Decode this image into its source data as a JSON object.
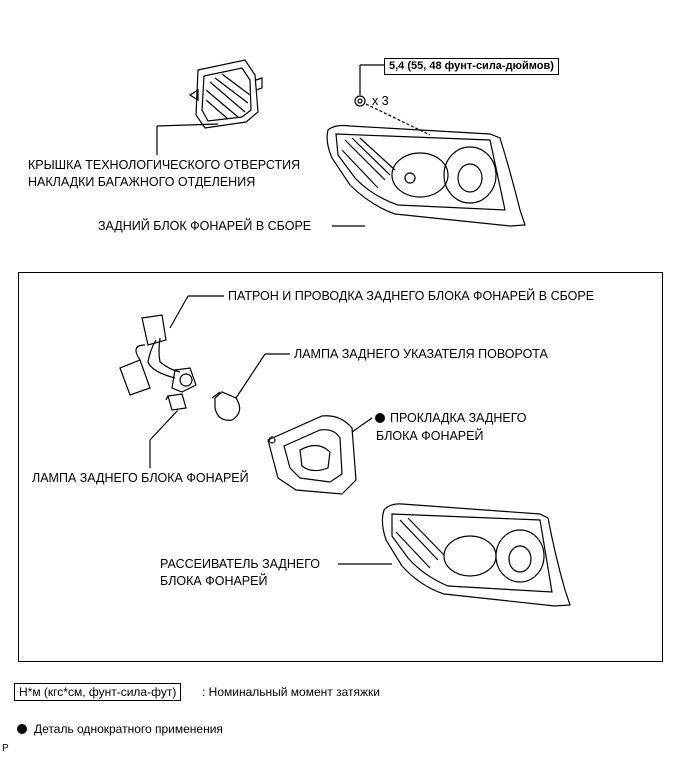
{
  "torque_spec": "5,4 (55, 48 фунт-сила-дюймов)",
  "quantity": "x 3",
  "labels": {
    "cover_line1": "КРЫШКА ТЕХНОЛОГИЧЕСКОГО ОТВЕРСТИЯ",
    "cover_line2": "НАКЛАДКИ БАГАЖНОГО ОТДЕЛЕНИЯ",
    "rear_assembly": "ЗАДНИЙ БЛОК ФОНАРЕЙ В СБОРЕ",
    "socket_wire": "ПАТРОН И ПРОВОДКА ЗАДНЕГО БЛОКА ФОНАРЕЙ В СБОРЕ",
    "turn_bulb": "ЛАМПА ЗАДНЕГО УКАЗАТЕЛЯ ПОВОРОТА",
    "gasket_line1": "ПРОКЛАДКА ЗАДНЕГО",
    "gasket_line2": "БЛОКА ФОНАРЕЙ",
    "rear_bulb": "ЛАМПА ЗАДНЕГО БЛОКА ФОНАРЕЙ",
    "lens_line1": "РАССЕИВАТЕЛЬ ЗАДНЕГО",
    "lens_line2": "БЛОКА ФОНАРЕЙ"
  },
  "legend": {
    "torque_unit": "Н*м (кгс*см, фунт-сила-фут)",
    "torque_desc": ": Номинальный момент затяжки",
    "nonreusable_desc": "Деталь однократного применения"
  },
  "corner_mark": "P"
}
